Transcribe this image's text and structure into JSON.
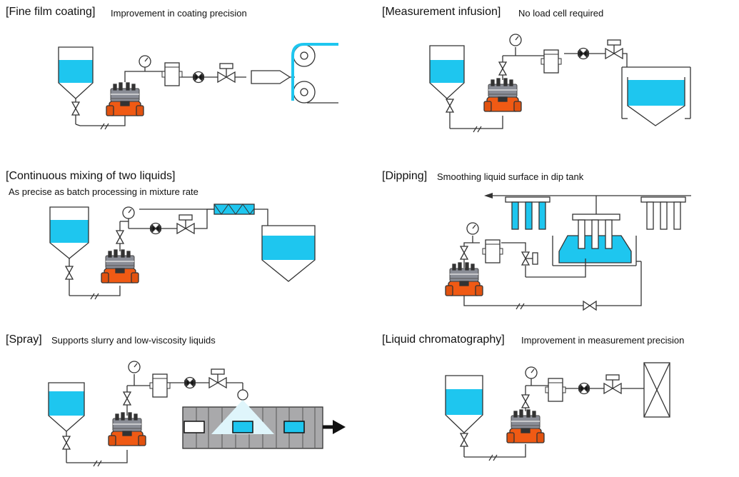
{
  "colors": {
    "liquid": "#1ec6ef",
    "pump_body": "#f05a14",
    "pump_head": "#8a8d96",
    "line": "#333333",
    "conveyor": "#a9a9ab",
    "arrow": "#111111"
  },
  "panels": [
    {
      "title": "[Fine film coating]",
      "subtitle": "Improvement in coating precision"
    },
    {
      "title": "[Measurement infusion]",
      "subtitle": "No load cell required"
    },
    {
      "title": "[Continuous mixing of two liquids]",
      "subtitle": "As precise as batch processing in mixture rate"
    },
    {
      "title": "[Dipping]",
      "subtitle": "Smoothing liquid surface in dip tank"
    },
    {
      "title": "[Spray]",
      "subtitle": "Supports slurry and low-viscosity liquids"
    },
    {
      "title": "[Liquid chromatography]",
      "subtitle": "Improvement in measurement precision"
    }
  ]
}
